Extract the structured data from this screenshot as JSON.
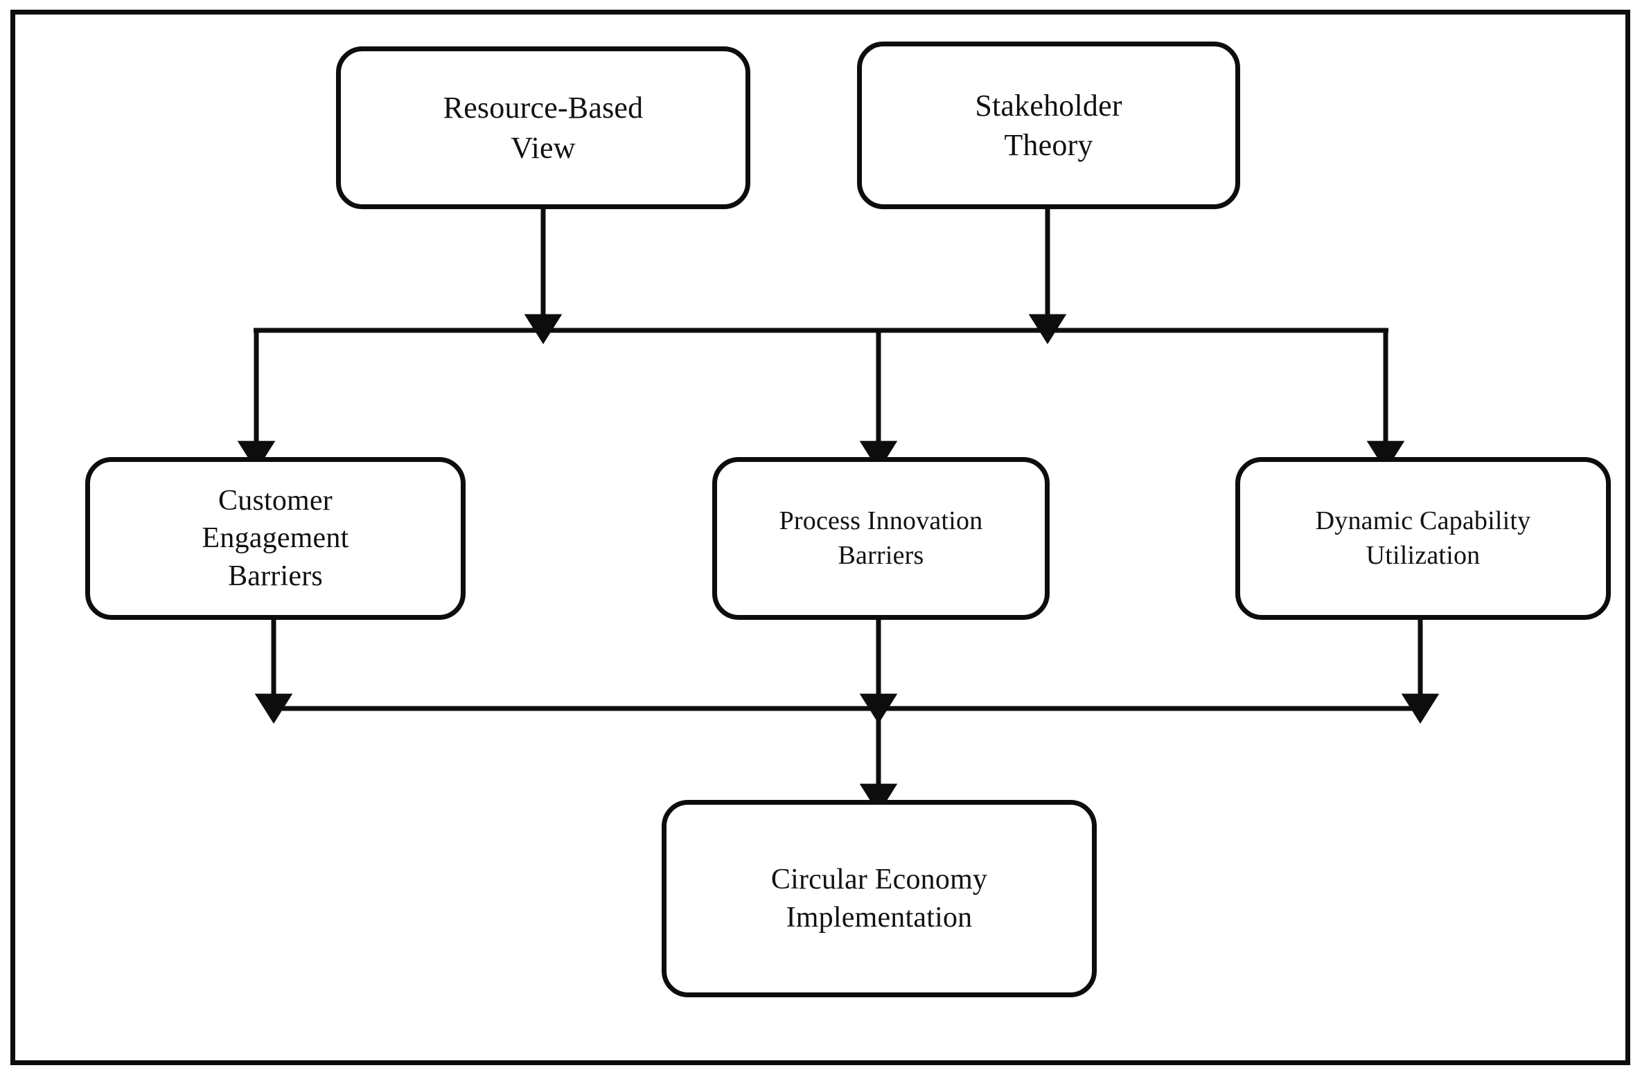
{
  "diagram": {
    "type": "flowchart",
    "orientation": "top-down",
    "frame": {
      "border_color": "#0d0d0d",
      "background": "#ffffff"
    },
    "nodes": [
      {
        "id": "resource-based-view",
        "label": "Resource-Based\nView",
        "row": "theory",
        "shape": "rounded-rectangle"
      },
      {
        "id": "stakeholder-theory",
        "label": "Stakeholder\nTheory",
        "row": "theory",
        "shape": "rounded-rectangle"
      },
      {
        "id": "customer-engagement-barriers",
        "label": "Customer\nEngagement\nBarriers",
        "row": "construct",
        "shape": "rounded-rectangle"
      },
      {
        "id": "process-innovation-barriers",
        "label": "Process Innovation\nBarriers",
        "row": "construct",
        "shape": "rounded-rectangle"
      },
      {
        "id": "dynamic-capability-utilization",
        "label": "Dynamic Capability\nUtilization",
        "row": "construct",
        "shape": "rounded-rectangle"
      },
      {
        "id": "circular-economy-implementation",
        "label": "Circular  Economy\nImplementation",
        "row": "outcome",
        "shape": "rounded-rectangle"
      }
    ],
    "connectors": [
      {
        "from": "resource-based-view",
        "to": "construct-bus",
        "style": "arrow-down"
      },
      {
        "from": "stakeholder-theory",
        "to": "construct-bus",
        "style": "arrow-down"
      },
      {
        "from": "construct-bus",
        "to": "customer-engagement-barriers",
        "style": "arrow-down"
      },
      {
        "from": "construct-bus",
        "to": "process-innovation-barriers",
        "style": "arrow-down"
      },
      {
        "from": "construct-bus",
        "to": "dynamic-capability-utilization",
        "style": "arrow-down"
      },
      {
        "from": "customer-engagement-barriers",
        "to": "outcome-bus",
        "style": "arrow-down"
      },
      {
        "from": "process-innovation-barriers",
        "to": "outcome-bus",
        "style": "arrow-down"
      },
      {
        "from": "dynamic-capability-utilization",
        "to": "outcome-bus",
        "style": "arrow-down"
      },
      {
        "from": "outcome-bus",
        "to": "circular-economy-implementation",
        "style": "arrow-down"
      }
    ]
  }
}
